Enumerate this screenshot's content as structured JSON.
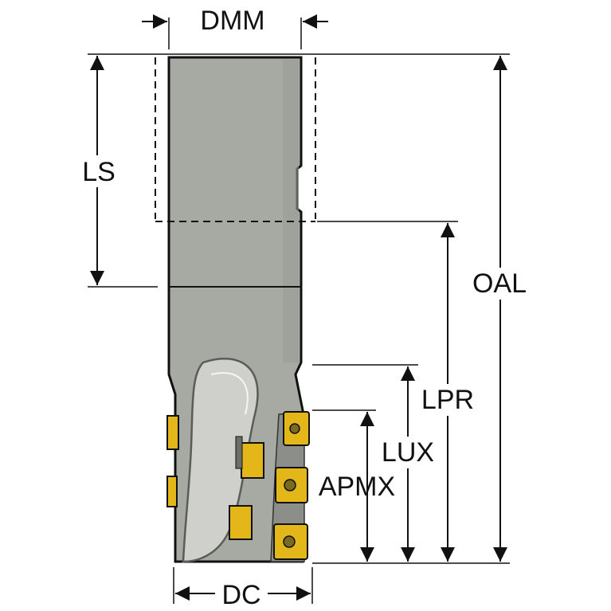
{
  "diagram": {
    "labels": {
      "dmm": "DMM",
      "ls": "LS",
      "oal": "OAL",
      "lpr": "LPR",
      "lux": "LUX",
      "apmx": "APMX",
      "dc": "DC"
    },
    "colors": {
      "background": "#ffffff",
      "tool_body": "#a7a9a3",
      "tool_body_dark": "#7f817c",
      "tool_outline": "#111111",
      "insert": "#e3b619",
      "insert_dark": "#a98507",
      "dimension_line": "#111111"
    }
  }
}
